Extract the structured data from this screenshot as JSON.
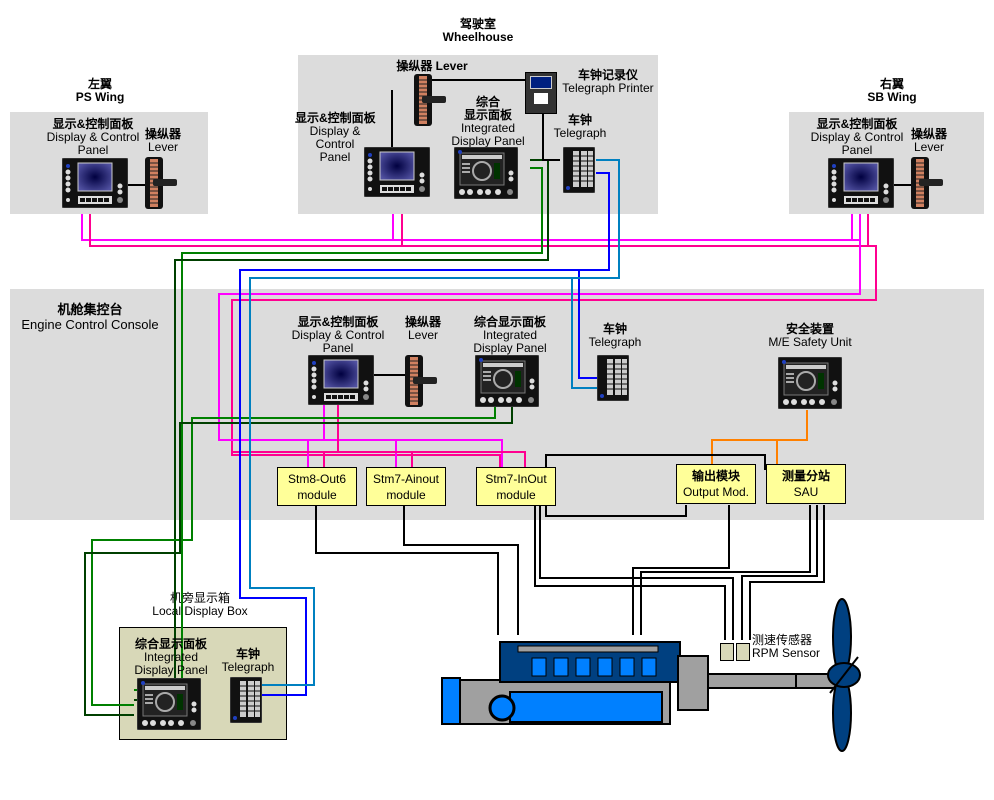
{
  "zones": {
    "wheelhouse": {
      "zh": "驾驶室",
      "en": "Wheelhouse"
    },
    "ps_wing": {
      "zh": "左翼",
      "en": "PS Wing"
    },
    "sb_wing": {
      "zh": "右翼",
      "en": "SB Wing"
    },
    "ecc": {
      "zh": "机舱集控台",
      "en": "Engine Control Console"
    },
    "local_box": {
      "zh": "机旁显示箱",
      "en": "Local Display Box"
    }
  },
  "devices": {
    "ps_dcp": {
      "zh": "显示&控制面板",
      "en1": "Display & Control",
      "en2": "Panel"
    },
    "ps_lever": {
      "zh": "操纵器",
      "en": "Lever"
    },
    "sb_dcp": {
      "zh": "显示&控制面板",
      "en1": "Display & Control",
      "en2": "Panel"
    },
    "sb_lever": {
      "zh": "操纵器",
      "en": "Lever"
    },
    "wh_lever": {
      "label": "操纵器 Lever"
    },
    "wh_dcp": {
      "zh": "显示&控制面板",
      "en1": "Display &",
      "en2": "Control",
      "en3": "Panel"
    },
    "wh_idp": {
      "zh1": "综合",
      "zh2": "显示面板",
      "en1": "Integrated",
      "en2": "Display Panel"
    },
    "wh_printer": {
      "zh": "车钟记录仪",
      "en": "Telegraph Printer"
    },
    "wh_telegraph": {
      "zh": "车钟",
      "en": "Telegraph"
    },
    "ecc_dcp": {
      "zh": "显示&控制面板",
      "en1": "Display & Control",
      "en2": "Panel"
    },
    "ecc_lever": {
      "zh": "操纵器",
      "en": "Lever"
    },
    "ecc_idp": {
      "zh": "综合显示面板",
      "en1": "Integrated",
      "en2": "Display Panel"
    },
    "ecc_telegraph": {
      "zh": "车钟",
      "en": "Telegraph"
    },
    "ecc_safety": {
      "zh": "安全装置",
      "en": "M/E Safety Unit"
    },
    "local_idp": {
      "zh": "综合显示面板",
      "en1": "Integrated",
      "en2": "Display Panel"
    },
    "local_telegraph": {
      "zh": "车钟",
      "en": "Telegraph"
    },
    "rpm_sensor": {
      "zh": "测速传感器",
      "en": "RPM Sensor"
    }
  },
  "modules": {
    "stm8": {
      "l1": "Stm8-Out6",
      "l2": "module"
    },
    "stm7a": {
      "l1": "Stm7-Ainout",
      "l2": "module"
    },
    "stm7io": {
      "l1": "Stm7-InOut",
      "l2": "module"
    },
    "output": {
      "l1": "输出模块",
      "l2": "Output Mod."
    },
    "sau": {
      "l1": "测量分站",
      "l2": "SAU"
    }
  },
  "colors": {
    "zone": "#dcdcdc",
    "local_box": "#d8d8b8",
    "module": "#ffff99",
    "magenta": "#ff00ff",
    "pink": "#ff0090",
    "green": "#008000",
    "dark_green": "#004000",
    "blue": "#0000ff",
    "light_blue": "#0080c0",
    "orange": "#ff8000",
    "engine_blue": "#0080ff",
    "engine_dark": "#004080"
  }
}
